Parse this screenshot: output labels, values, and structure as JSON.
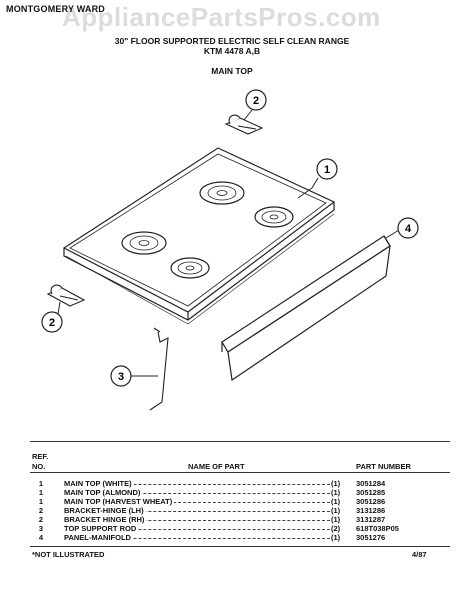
{
  "header": {
    "brand": "MONTGOMERY WARD",
    "watermark": "AppliancePartsPros.com",
    "title_line1": "30\" FLOOR SUPPORTED ELECTRIC SELF CLEAN RANGE",
    "title_line2": "KTM 4478 A,B",
    "section": "MAIN TOP"
  },
  "callouts": [
    {
      "label": "1"
    },
    {
      "label": "2"
    },
    {
      "label": "2"
    },
    {
      "label": "3"
    },
    {
      "label": "4"
    }
  ],
  "parts_table": {
    "col_ref_line1": "REF.",
    "col_ref_line2": "NO.",
    "col_name": "NAME OF PART",
    "col_part_number": "PART NUMBER",
    "rows": [
      {
        "ref": "1",
        "name": "MAIN TOP (WHITE)",
        "qty": "(1)",
        "part_number": "3051284"
      },
      {
        "ref": "1",
        "name": "MAIN TOP (ALMOND)",
        "qty": "(1)",
        "part_number": "3051285"
      },
      {
        "ref": "1",
        "name": "MAIN TOP (HARVEST WHEAT)",
        "qty": "(1)",
        "part_number": "3051286"
      },
      {
        "ref": "2",
        "name": "BRACKET-HINGE (LH)",
        "qty": "(1)",
        "part_number": "3131286"
      },
      {
        "ref": "2",
        "name": "BRACKET HINGE (RH)",
        "qty": "(1)",
        "part_number": "3131287"
      },
      {
        "ref": "3",
        "name": "TOP SUPPORT ROD",
        "qty": "(2)",
        "part_number": "618T038P05"
      },
      {
        "ref": "4",
        "name": "PANEL-MANIFOLD",
        "qty": "(1)",
        "part_number": "3051276"
      }
    ]
  },
  "footer": {
    "note": "*NOT ILLUSTRATED",
    "date": "4/87"
  }
}
